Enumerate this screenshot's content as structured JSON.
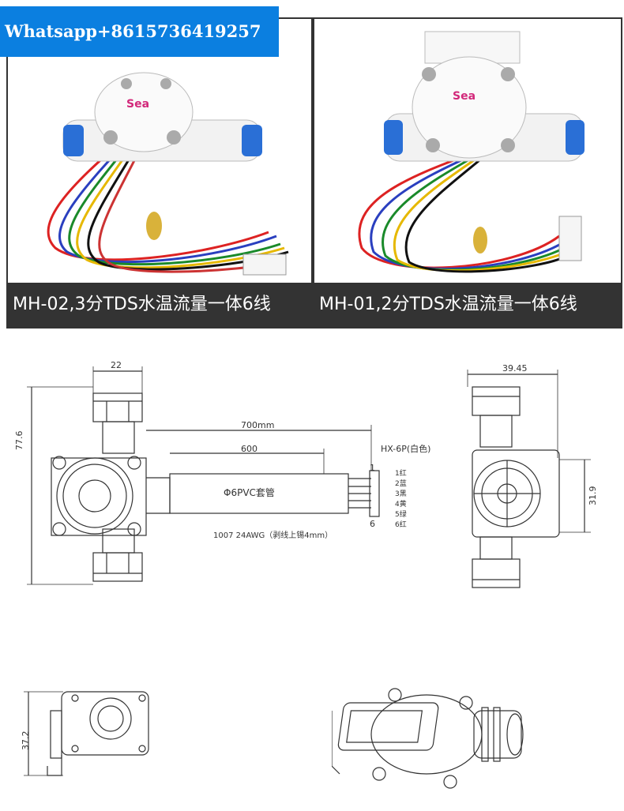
{
  "banner": {
    "text": "Whatsapp+8615736419257"
  },
  "photos": [
    {
      "caption": "MH-02,3分TDS水温流量一体6线"
    },
    {
      "caption": "MH-01,2分TDS水温流量一体6线"
    }
  ],
  "drawing": {
    "dim_width_top": "22",
    "dim_height_left": "77.6",
    "dim_cable_total": "700mm",
    "dim_sleeve": "600",
    "connector_label": "HX-6P(白色)",
    "sleeve_label": "Φ6PVC套管",
    "wire_spec": "1007 24AWG（剥线上锡4mm）",
    "pin_first": "1",
    "pin_last": "6",
    "wires": [
      "1红",
      "2蓝",
      "3黑",
      "4黄",
      "5绿",
      "6红"
    ],
    "side_width": "39.45",
    "side_height": "31.9",
    "bottom_height": "37.2"
  }
}
